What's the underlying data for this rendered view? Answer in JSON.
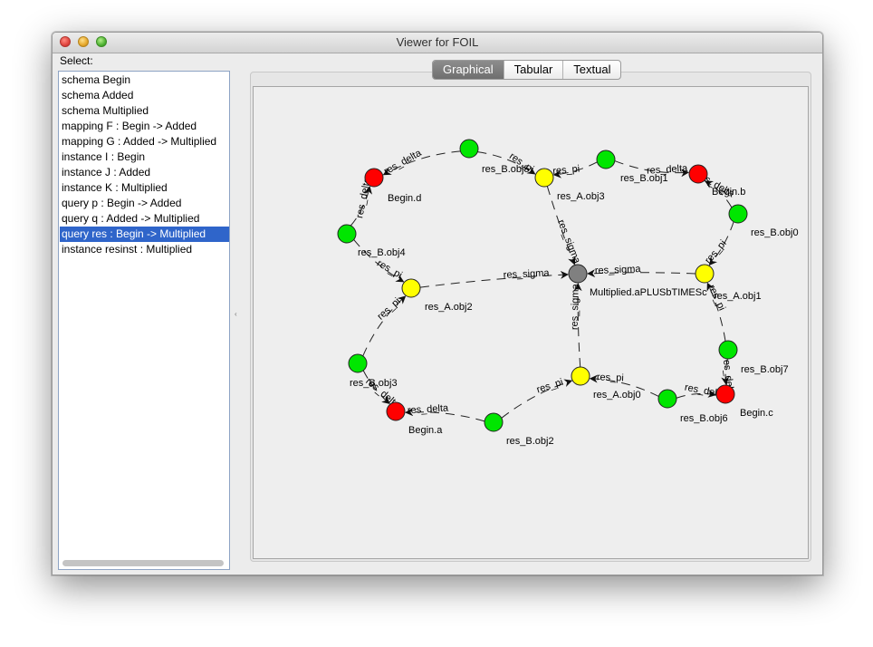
{
  "window": {
    "title": "Viewer for FOIL"
  },
  "sidebar": {
    "label": "Select:",
    "items": [
      {
        "label": "schema Begin"
      },
      {
        "label": "schema Added"
      },
      {
        "label": "schema Multiplied"
      },
      {
        "label": "mapping F : Begin -> Added"
      },
      {
        "label": "mapping G : Added -> Multiplied"
      },
      {
        "label": "instance I : Begin"
      },
      {
        "label": "instance J : Added"
      },
      {
        "label": "instance K : Multiplied"
      },
      {
        "label": "query p : Begin -> Added"
      },
      {
        "label": "query q : Added -> Multiplied"
      },
      {
        "label": "query res : Begin -> Multiplied",
        "selected": true
      },
      {
        "label": "instance resinst : Multiplied"
      }
    ]
  },
  "tabs": [
    {
      "label": "Graphical",
      "active": true
    },
    {
      "label": "Tabular",
      "active": false
    },
    {
      "label": "Textual",
      "active": false
    }
  ],
  "graph": {
    "colors": {
      "red": "#ff0000",
      "green": "#00e600",
      "yellow": "#ffff00",
      "gray": "#808080"
    },
    "nodes": [
      {
        "id": "Begin.d",
        "label": "Begin.d",
        "color": "red"
      },
      {
        "id": "Begin.b",
        "label": "Begin.b",
        "color": "red"
      },
      {
        "id": "Begin.a",
        "label": "Begin.a",
        "color": "red"
      },
      {
        "id": "Begin.c",
        "label": "Begin.c",
        "color": "red"
      },
      {
        "id": "res_A.obj3",
        "label": "res_A.obj3",
        "color": "yellow"
      },
      {
        "id": "res_A.obj2",
        "label": "res_A.obj2",
        "color": "yellow"
      },
      {
        "id": "res_A.obj0",
        "label": "res_A.obj0",
        "color": "yellow"
      },
      {
        "id": "res_A.obj1",
        "label": "res_A.obj1",
        "color": "yellow"
      },
      {
        "id": "Multiplied",
        "label": "Multiplied.aPLUSbTIMESc",
        "color": "gray"
      },
      {
        "id": "res_B.obj5",
        "label": "res_B.obj5",
        "color": "green"
      },
      {
        "id": "res_B.obj1",
        "label": "res_B.obj1",
        "color": "green"
      },
      {
        "id": "res_B.obj0",
        "label": "res_B.obj0",
        "color": "green"
      },
      {
        "id": "res_B.obj4",
        "label": "res_B.obj4",
        "color": "green"
      },
      {
        "id": "res_B.obj3",
        "label": "res_B.obj3",
        "color": "green"
      },
      {
        "id": "res_B.obj2",
        "label": "res_B.obj2",
        "color": "green"
      },
      {
        "id": "res_B.obj6",
        "label": "res_B.obj6",
        "color": "green"
      },
      {
        "id": "res_B.obj7",
        "label": "res_B.obj7",
        "color": "green"
      }
    ],
    "edges": [
      {
        "from": "res_B.obj5",
        "to": "Begin.d",
        "label": "res_delta"
      },
      {
        "from": "res_B.obj5",
        "to": "res_A.obj3",
        "label": "res_pi"
      },
      {
        "from": "res_B.obj1",
        "to": "res_A.obj3",
        "label": "res_pi"
      },
      {
        "from": "res_B.obj1",
        "to": "Begin.b",
        "label": "res_delta"
      },
      {
        "from": "res_B.obj0",
        "to": "Begin.b",
        "label": "res_delta"
      },
      {
        "from": "res_B.obj0",
        "to": "res_A.obj1",
        "label": "res_pi"
      },
      {
        "from": "res_B.obj4",
        "to": "Begin.d",
        "label": "res_delta"
      },
      {
        "from": "res_B.obj4",
        "to": "res_A.obj2",
        "label": "res_pi"
      },
      {
        "from": "res_A.obj3",
        "to": "Multiplied",
        "label": "res_sigma"
      },
      {
        "from": "res_A.obj2",
        "to": "Multiplied",
        "label": "res_sigma"
      },
      {
        "from": "res_A.obj1",
        "to": "Multiplied",
        "label": "res_sigma"
      },
      {
        "from": "res_A.obj0",
        "to": "Multiplied",
        "label": "res_sigma"
      },
      {
        "from": "res_B.obj3",
        "to": "res_A.obj2",
        "label": "res_pi"
      },
      {
        "from": "res_B.obj3",
        "to": "Begin.a",
        "label": "res_delta"
      },
      {
        "from": "res_B.obj2",
        "to": "Begin.a",
        "label": "res_delta"
      },
      {
        "from": "res_B.obj2",
        "to": "res_A.obj0",
        "label": "res_pi"
      },
      {
        "from": "res_B.obj6",
        "to": "res_A.obj0",
        "label": "res_pi"
      },
      {
        "from": "res_B.obj6",
        "to": "Begin.c",
        "label": "res_delta"
      },
      {
        "from": "res_B.obj7",
        "to": "Begin.c",
        "label": "res_delta"
      },
      {
        "from": "res_B.obj7",
        "to": "res_A.obj1",
        "label": "res_pi"
      }
    ]
  }
}
